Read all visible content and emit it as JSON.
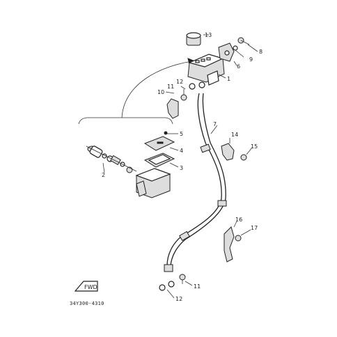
{
  "diagram": {
    "callouts": [
      "1",
      "2",
      "3",
      "4",
      "5",
      "6",
      "7",
      "8",
      "9",
      "10",
      "11",
      "11",
      "12",
      "12",
      "13",
      "14",
      "15",
      "16",
      "17"
    ],
    "front_tag": "FWD",
    "catalog_code": "34Y300-4310"
  }
}
